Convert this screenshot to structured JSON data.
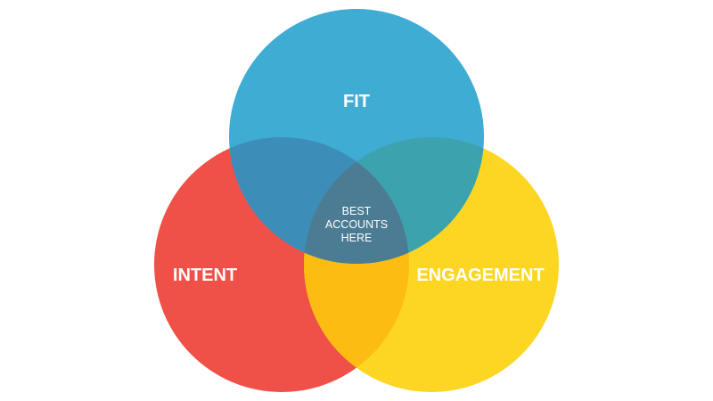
{
  "diagram": {
    "sets": [
      {
        "id": "fit",
        "label": "FIT",
        "color": "#3FACD3"
      },
      {
        "id": "intent",
        "label": "INTENT",
        "color": "#EF5048"
      },
      {
        "id": "engagement",
        "label": "ENGAGEMENT",
        "color": "#FDD623"
      }
    ],
    "intersections": {
      "fit_intent": "#3C8DB8",
      "fit_engagement": "#3CA3AE",
      "intent_engagement": "#FDBC12",
      "all": "#4C7C93"
    },
    "center_label": [
      "BEST",
      "ACCOUNTS",
      "HERE"
    ]
  }
}
